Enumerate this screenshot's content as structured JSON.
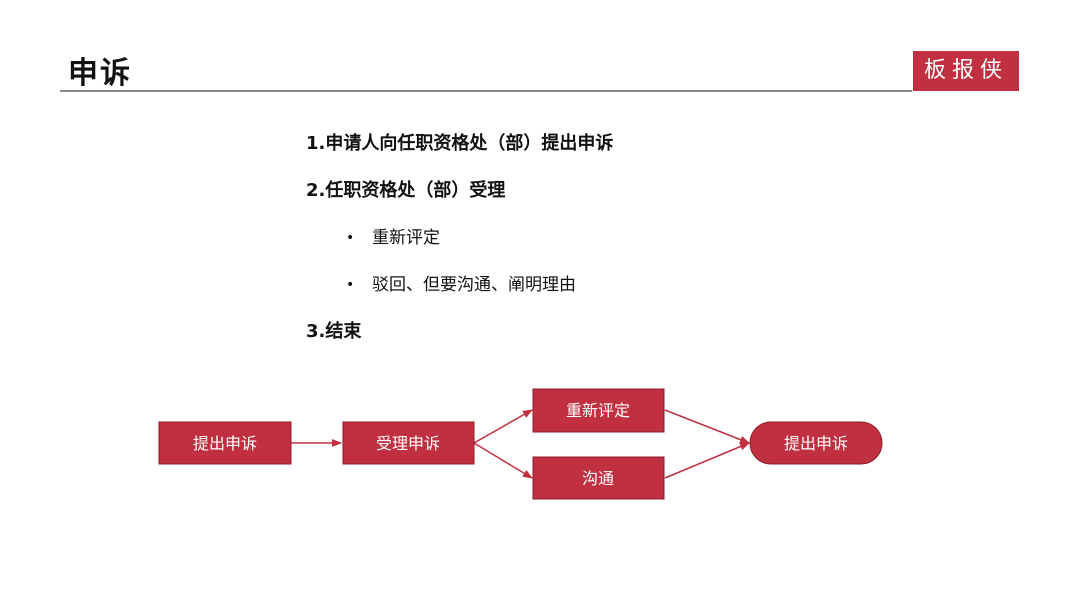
{
  "header": {
    "title": "申诉",
    "brand": "板报侠"
  },
  "content": {
    "steps": [
      {
        "label": "1.申请人向任职资格处（部）提出申诉"
      },
      {
        "label": "2.任职资格处（部）受理"
      },
      {
        "label": "3.结束"
      }
    ],
    "bullets": [
      {
        "label": "重新评定"
      },
      {
        "label": "驳回、但要沟通、阐明理由"
      }
    ],
    "bullet_glyph": "•"
  },
  "flow": {
    "nodes": [
      {
        "id": "submit",
        "label": "提出申诉"
      },
      {
        "id": "accept",
        "label": "受理申诉"
      },
      {
        "id": "reassess",
        "label": "重新评定"
      },
      {
        "id": "communicate",
        "label": "沟通"
      },
      {
        "id": "final",
        "label": "提出申诉"
      }
    ],
    "colors": {
      "node_fill": "#c03040",
      "node_border": "#8a1c28",
      "arrow": "#c03040"
    }
  }
}
